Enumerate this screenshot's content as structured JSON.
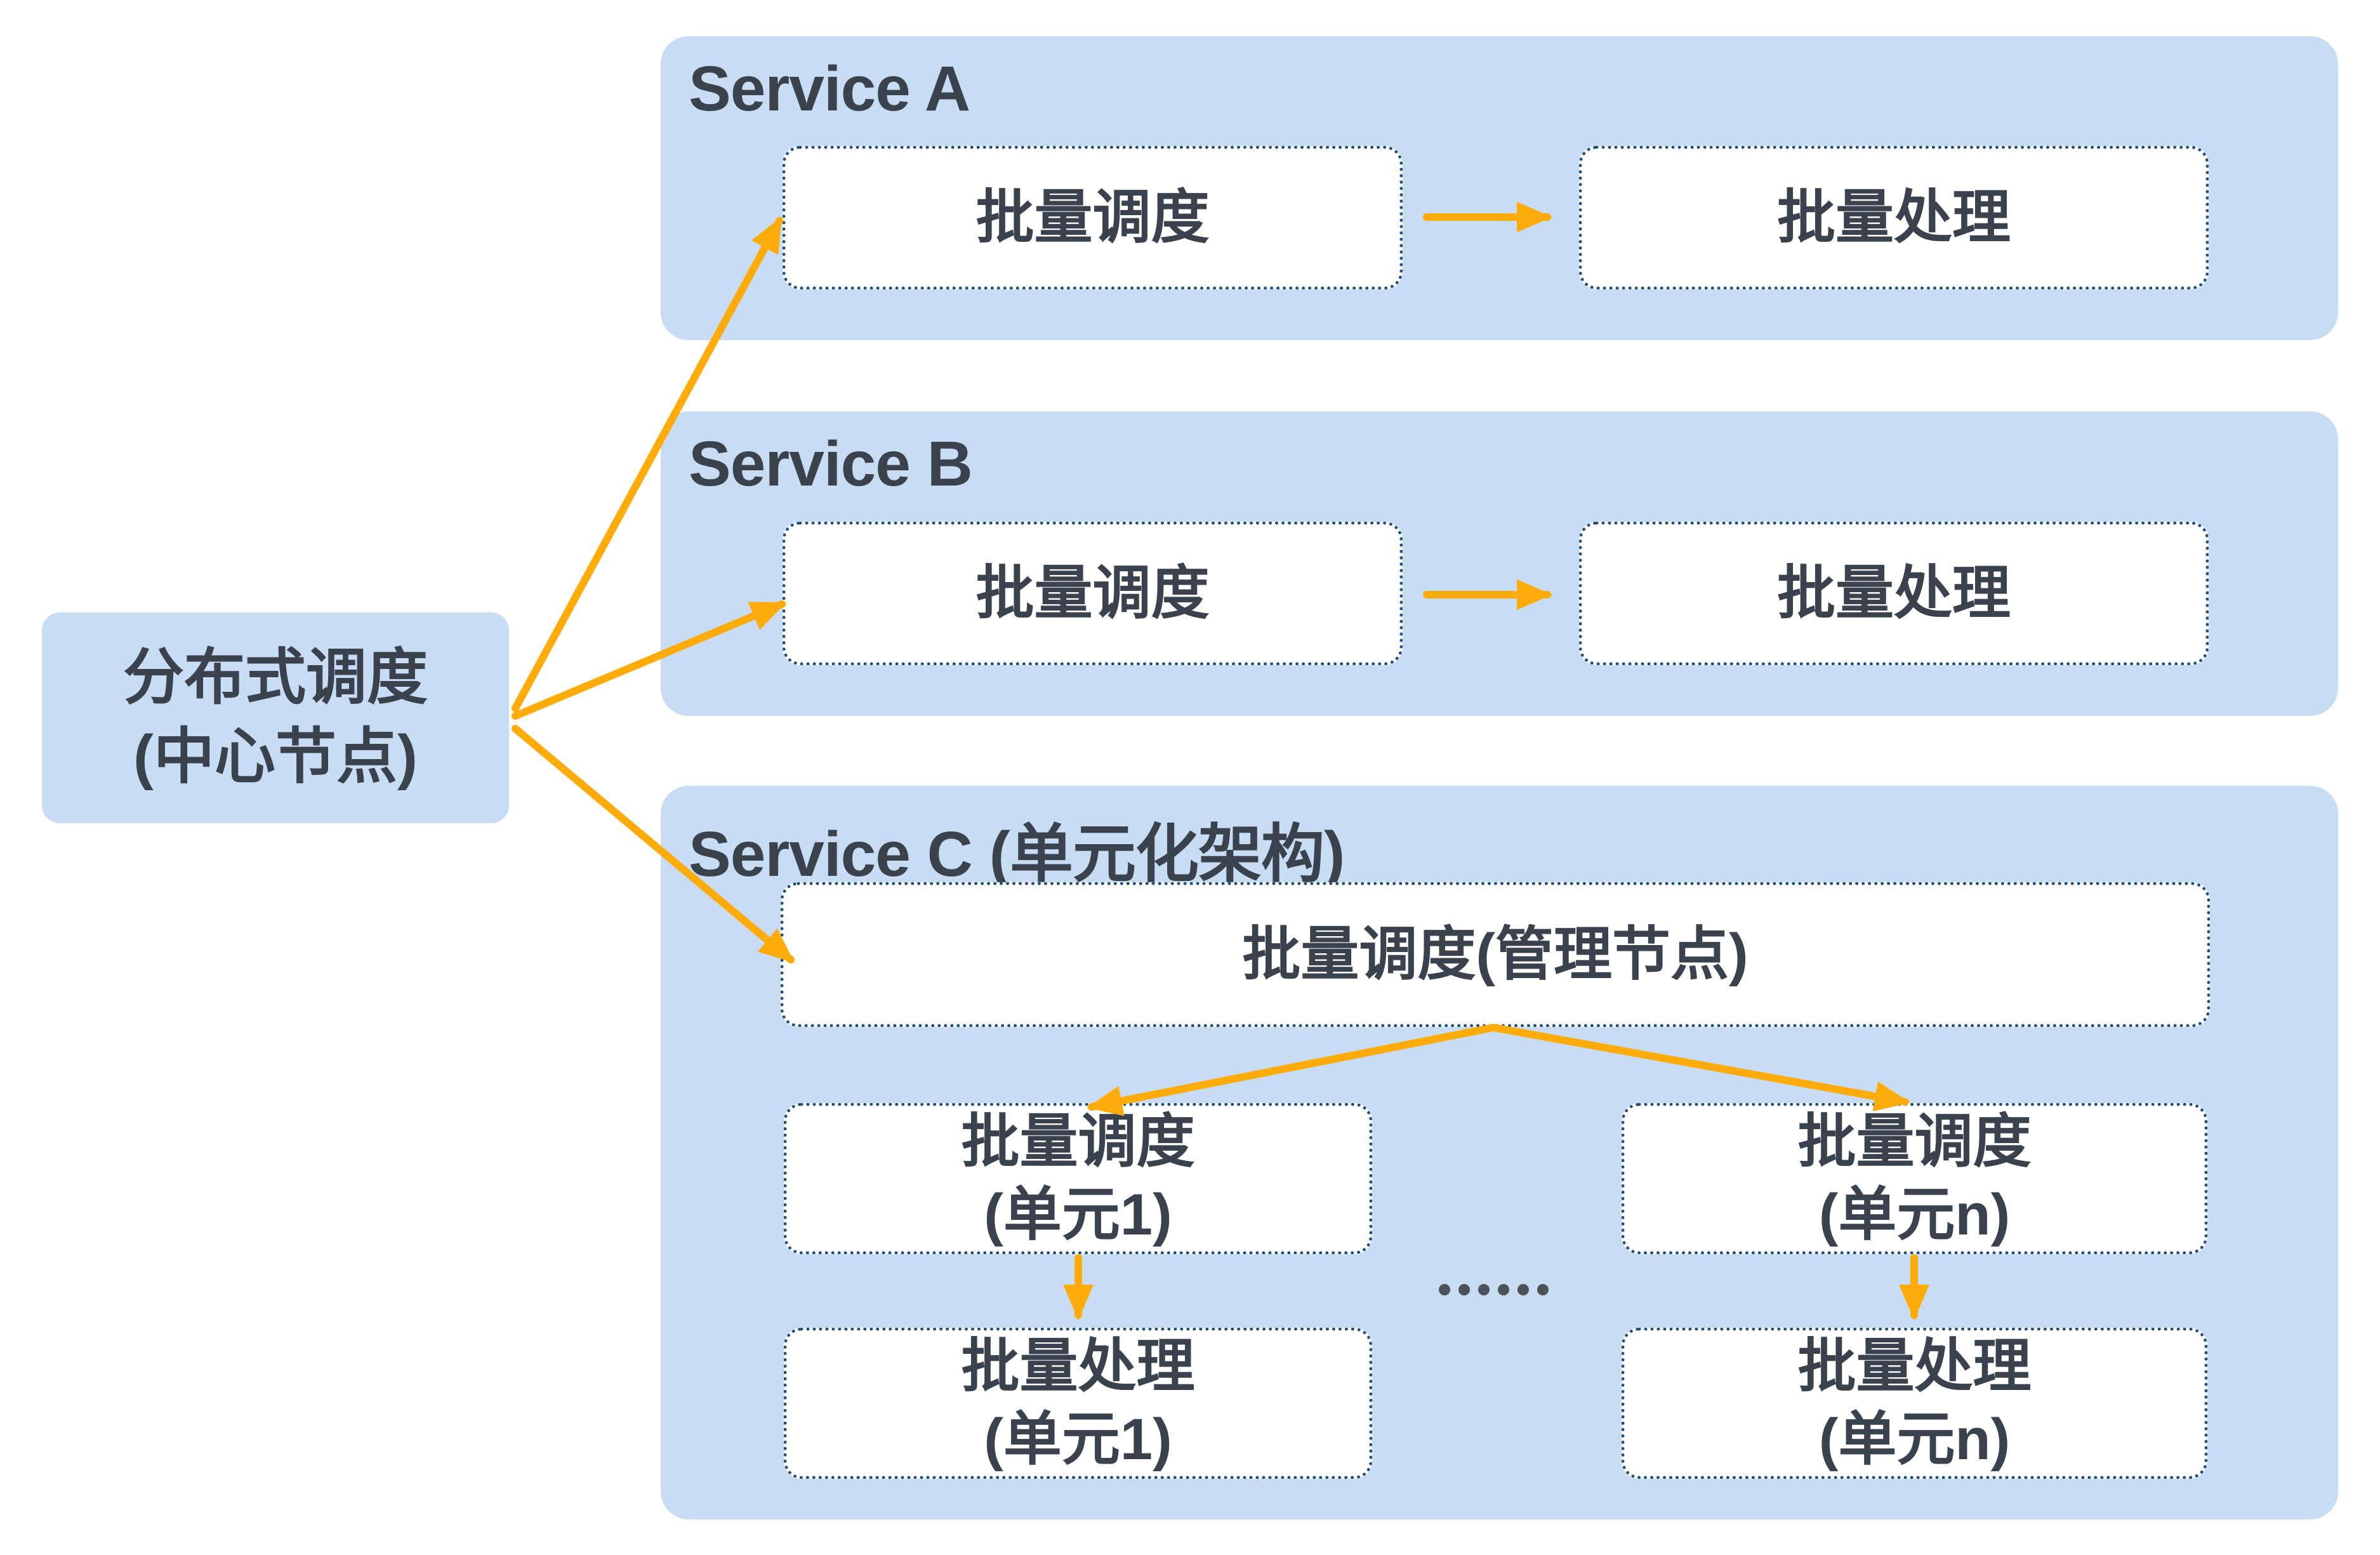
{
  "central_node": {
    "line1": "分布式调度",
    "line2": "(中心节点)"
  },
  "service_a": {
    "title": "Service A",
    "scheduler": "批量调度",
    "processor": "批量处理"
  },
  "service_b": {
    "title": "Service B",
    "scheduler": "批量调度",
    "processor": "批量处理"
  },
  "service_c": {
    "title": "Service C (单元化架构)",
    "manager": "批量调度(管理节点)",
    "unit1_scheduler_line1": "批量调度",
    "unit1_scheduler_line2": "(单元1)",
    "unitn_scheduler_line1": "批量调度",
    "unitn_scheduler_line2": "(单元n)",
    "unit1_processor_line1": "批量处理",
    "unit1_processor_line2": "(单元1)",
    "unitn_processor_line1": "批量处理",
    "unitn_processor_line2": "(单元n)",
    "ellipsis": "……"
  },
  "colors": {
    "panel_bg": "#c8dcf4",
    "box_border": "#1f4e79",
    "box_bg": "#ffffff",
    "text": "#3a424e",
    "arrow": "#ffab0a",
    "dots": "#4d5258",
    "page_bg": "#ffffff"
  }
}
